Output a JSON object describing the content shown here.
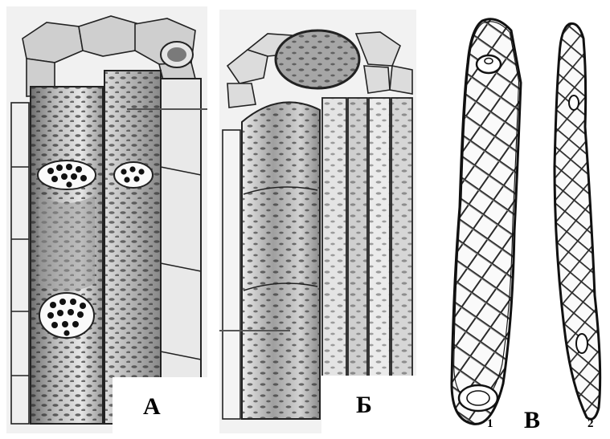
{
  "panels": {
    "a": {
      "label": "А"
    },
    "b": {
      "label": "Б"
    },
    "c": {
      "label": "В",
      "cells": [
        "1",
        "2"
      ]
    }
  },
  "colors": {
    "ink": "#2a2a2a",
    "shade": "#8f8f8f",
    "light": "#d9d9d9",
    "paper": "#ffffff"
  }
}
